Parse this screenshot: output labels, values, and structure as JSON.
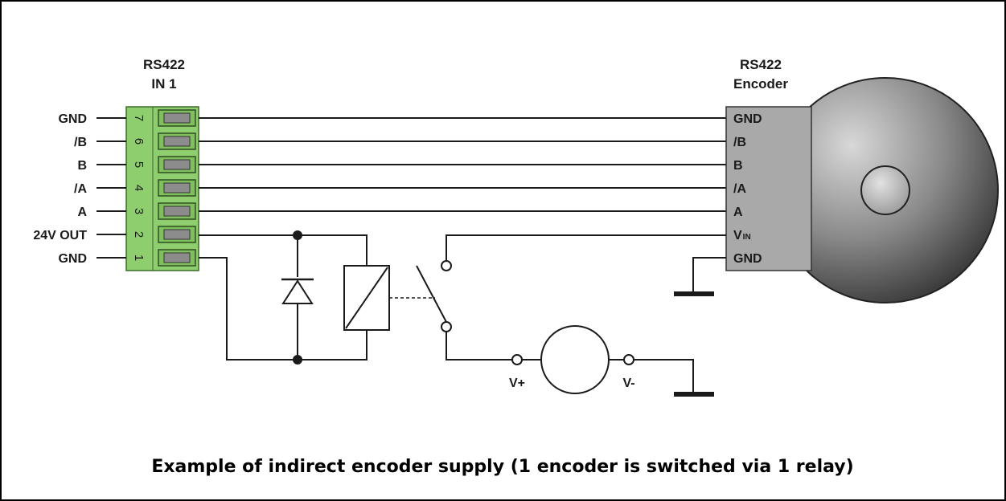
{
  "terminal_block": {
    "title_line1": "RS422",
    "title_line2": "IN 1",
    "pins": [
      {
        "num": "7",
        "signal": "GND"
      },
      {
        "num": "6",
        "signal": "/B"
      },
      {
        "num": "5",
        "signal": "B"
      },
      {
        "num": "4",
        "signal": "/A"
      },
      {
        "num": "3",
        "signal": "A"
      },
      {
        "num": "2",
        "signal": "24V OUT"
      },
      {
        "num": "1",
        "signal": "GND"
      }
    ],
    "color": "#8fce6e"
  },
  "encoder": {
    "title_line1": "RS422",
    "title_line2": "Encoder",
    "pins": [
      {
        "label": "GND"
      },
      {
        "label": "/B"
      },
      {
        "label": "B"
      },
      {
        "label": "/A"
      },
      {
        "label": "A"
      },
      {
        "label": "V",
        "sub": "IN"
      },
      {
        "label": "GND"
      }
    ]
  },
  "supply": {
    "plus_label": "V+",
    "minus_label": "V-"
  },
  "caption": "Example of indirect encoder supply (1 encoder is switched via 1 relay)"
}
